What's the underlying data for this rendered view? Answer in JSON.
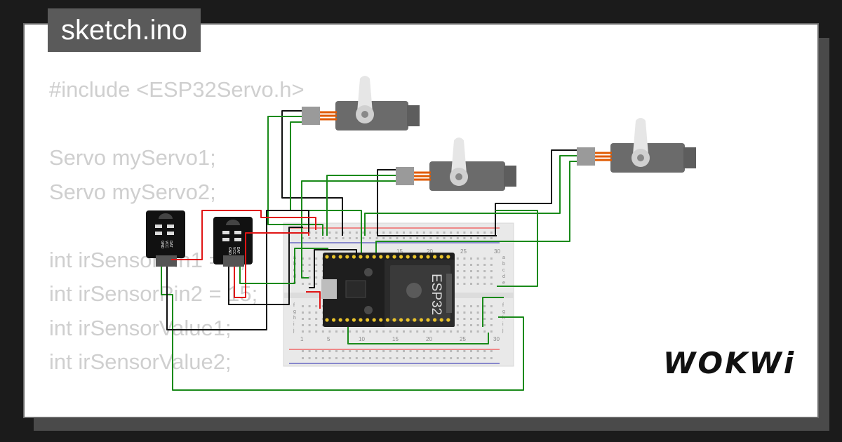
{
  "file_tab": {
    "label": "sketch.ino"
  },
  "code_lines": [
    "#include <ESP32Servo.h>",
    "",
    "Servo myServo1;",
    "Servo myServo2;",
    "",
    "int irSensorPin1 = 2;",
    "int irSensorPin2 = 15;",
    "int irSensorValue1;",
    "int irSensorValue2;"
  ],
  "breadboard": {
    "top_numbers": [
      "15",
      "20",
      "25",
      "30"
    ],
    "bottom_numbers": [
      "1",
      "5",
      "10",
      "15",
      "20",
      "25",
      "30"
    ],
    "row_letters_top": [
      "a",
      "b",
      "c",
      "d",
      "e"
    ],
    "row_letters_bottom": [
      "f",
      "g",
      "h",
      "i",
      "j"
    ]
  },
  "esp32": {
    "label": "ESP32"
  },
  "ir_sensor_pins": [
    "GND",
    "VCC",
    "DAT"
  ],
  "logo": {
    "text": "WOKWi"
  },
  "colors": {
    "background": "#1b1b1b",
    "card": "#ffffff",
    "code_text": "#cfcfcf",
    "wire_green": "#1a8a1a",
    "wire_red": "#e01515",
    "wire_black": "#111111",
    "servo_body": "#6b6b6b",
    "board": "#1e1e1e"
  }
}
